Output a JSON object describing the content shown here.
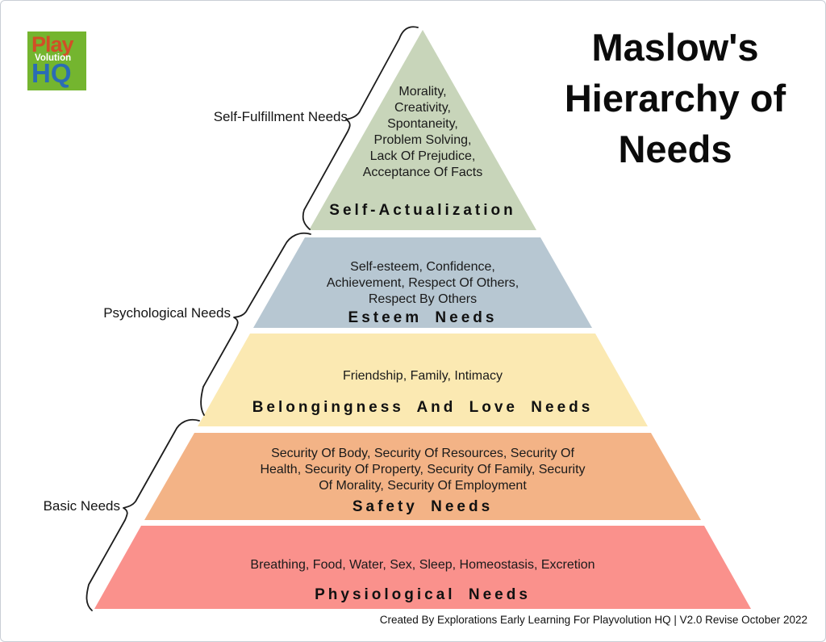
{
  "page": {
    "title": "Maslow's Hierarchy of Needs",
    "footer_credit": "Created By Explorations Early Learning For Playvolution HQ | V2.0 Revise October 2022"
  },
  "logo": {
    "line1": "Play",
    "line2": "Volution",
    "line3": "HQ",
    "bg_color": "#74b52f",
    "play_color": "#d14f26",
    "volution_color": "#ffffff",
    "hq_color": "#2b6cb5"
  },
  "groups": [
    {
      "label": "Self-Fulfillment Needs"
    },
    {
      "label": "Psychological Needs"
    },
    {
      "label": "Basic Needs"
    }
  ],
  "tiers": [
    {
      "heading": "Self-Actualization",
      "color": "#c8d5ba",
      "desc_lines": [
        "Morality,",
        "Creativity,",
        "Spontaneity,",
        "Problem Solving,",
        "Lack Of Prejudice,",
        "Acceptance Of Facts"
      ]
    },
    {
      "heading": "Esteem Needs",
      "color": "#b7c7d2",
      "desc_lines": [
        "Self-esteem, Confidence,",
        "Achievement, Respect Of Others,",
        "Respect By Others"
      ]
    },
    {
      "heading": "Belongingness And Love Needs",
      "color": "#fbe9b2",
      "desc_lines": [
        "Friendship, Family, Intimacy"
      ]
    },
    {
      "heading": "Safety Needs",
      "color": "#f3b386",
      "desc_lines": [
        "Security Of Body, Security Of Resources, Security Of",
        "Health, Security Of Property, Security Of Family, Security",
        "Of Morality, Security Of Employment"
      ]
    },
    {
      "heading": "Physiological Needs",
      "color": "#fa918c",
      "desc_lines": [
        "Breathing, Food, Water, Sex, Sleep, Homeostasis, Excretion"
      ]
    }
  ]
}
